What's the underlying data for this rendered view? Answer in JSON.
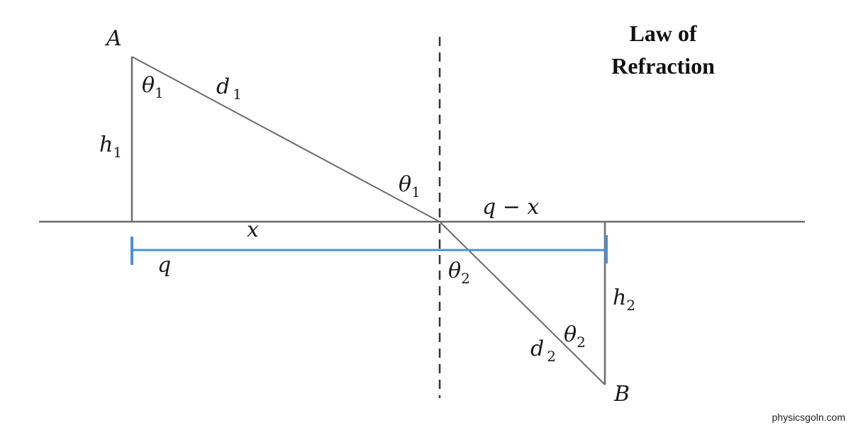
{
  "title": {
    "line1": "Law of",
    "line2": "Refraction"
  },
  "points": {
    "a": "A",
    "b": "B"
  },
  "labels": {
    "d1": "d",
    "d1_sub": "1",
    "d2": "d",
    "d2_sub": "2",
    "h1": "h",
    "h1_sub": "1",
    "h2": "h",
    "h2_sub": "2",
    "theta1": "θ",
    "theta1_sub": "1",
    "theta2": "θ",
    "theta2_sub": "2",
    "x": "x",
    "q_minus_x": "q − x",
    "q": "q"
  },
  "watermark": "physicsgoln.com",
  "colors": {
    "line": "#6b6b6b",
    "dimension": "#4a90d9",
    "normal": "#333333"
  }
}
